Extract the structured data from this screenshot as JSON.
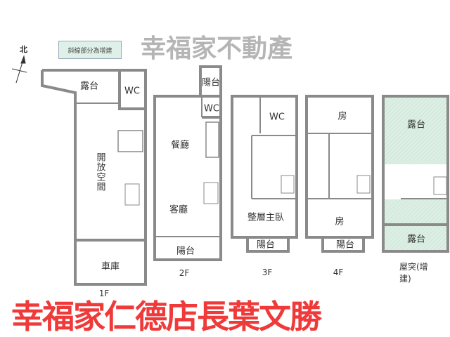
{
  "legend": "斜線部分為增建",
  "north": "北",
  "floors": {
    "f1": {
      "label": "1F",
      "rooms": {
        "terrace": "露台",
        "wc": "WC",
        "open_space": "開放空間",
        "garage": "車庫"
      }
    },
    "f2": {
      "label": "2F",
      "rooms": {
        "balcony_top": "陽台",
        "wc": "WC",
        "dining": "餐廳",
        "living": "客廳",
        "balcony": "陽台"
      }
    },
    "f3": {
      "label": "3F",
      "rooms": {
        "wc": "WC",
        "master": "整層主臥",
        "balcony": "陽台"
      }
    },
    "f4": {
      "label": "4F",
      "rooms": {
        "room_top": "房",
        "room_bottom": "房",
        "balcony": "陽台"
      }
    },
    "roof": {
      "label": "屋突(增建)",
      "rooms": {
        "terrace_top": "露台",
        "terrace_bottom": "露台"
      }
    }
  },
  "watermark_red": "幸福家仁德店長葉文勝",
  "watermark_grey": "幸福家不動產",
  "colors": {
    "wall": "#8a8a8a",
    "addition_fill": "#dcefe4",
    "watermark": "#f03a3a"
  }
}
